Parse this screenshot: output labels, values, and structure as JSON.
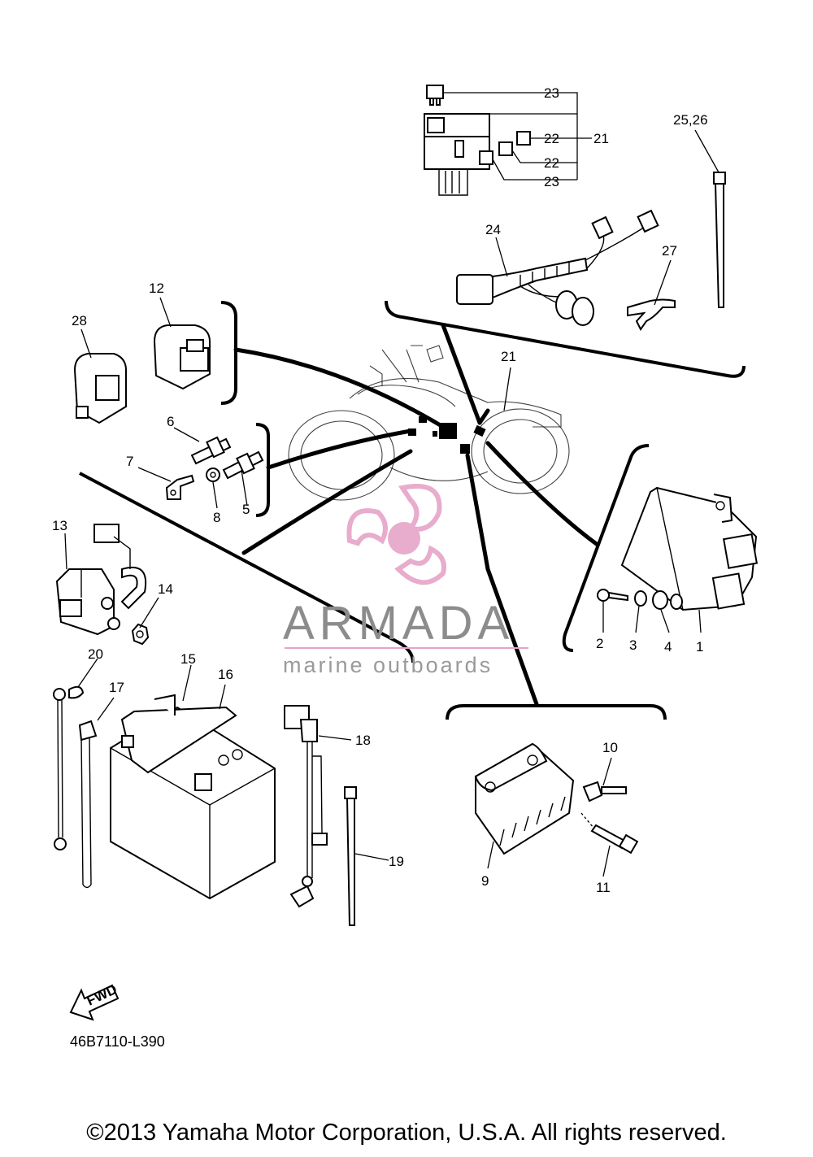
{
  "diagram": {
    "callouts": {
      "c1": "1",
      "c2": "2",
      "c3": "3",
      "c4": "4",
      "c5": "5",
      "c6": "6",
      "c7": "7",
      "c8": "8",
      "c9": "9",
      "c10": "10",
      "c11": "11",
      "c12": "12",
      "c13": "13",
      "c14": "14",
      "c15": "15",
      "c16": "16",
      "c17": "17",
      "c18": "18",
      "c19": "19",
      "c20": "20",
      "c21": "21",
      "c21b": "21",
      "c22a": "22",
      "c22b": "22",
      "c23a": "23",
      "c23b": "23",
      "c24": "24",
      "c2526": "25,26",
      "c27": "27",
      "c28": "28"
    },
    "fwd_label": "FWD",
    "drawing_code": "46B7110-L390"
  },
  "watermark": {
    "brand": "ARMADA",
    "tagline": "marine outboards",
    "colors": {
      "pink": "#e6a4c8",
      "pink_light": "#f0c6dd",
      "gray": "#8c8c8c"
    }
  },
  "footer": {
    "copyright": "©2013 Yamaha Motor Corporation, U.S.A. All rights reserved."
  }
}
